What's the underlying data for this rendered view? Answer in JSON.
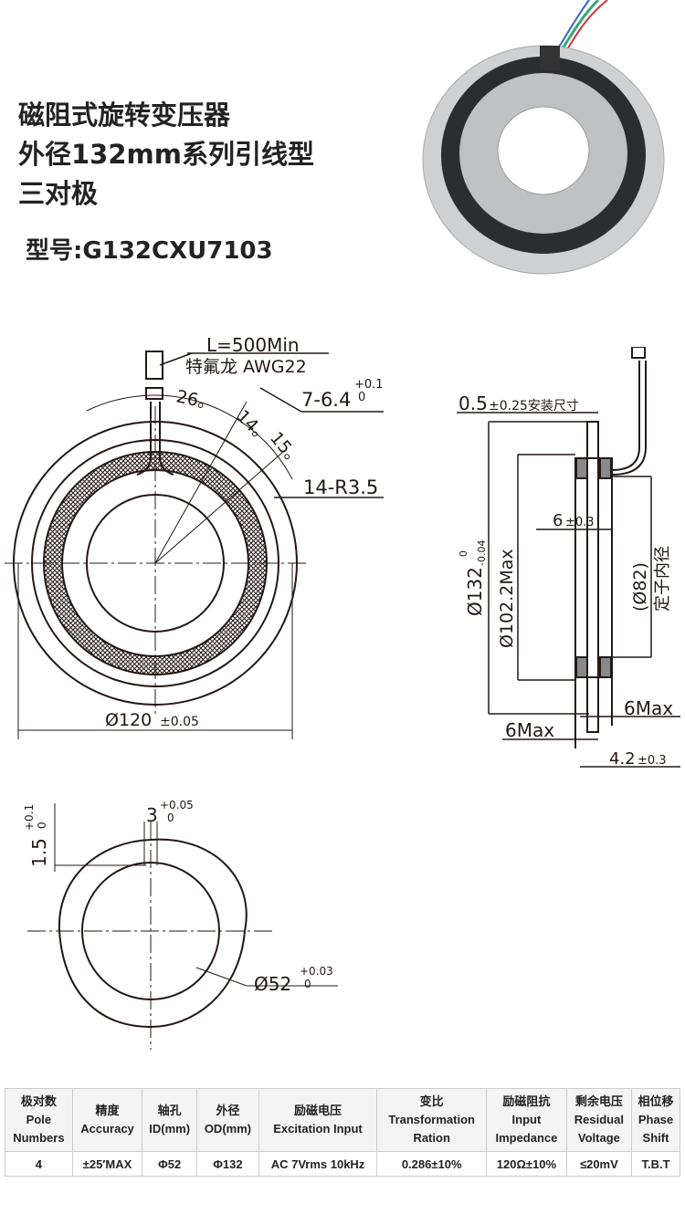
{
  "title": {
    "line1": "磁阻式旋转变压器",
    "line2": "外径132mm系列引线型",
    "line3": "三对极",
    "model": "型号:G132CXU7103"
  },
  "front_view": {
    "lead_length": "L=500Min",
    "wire_type": "特氟龙 AWG22",
    "angle_26": "26。",
    "angle_14": "14。",
    "angle_15": "15。",
    "holes": "7-6.4",
    "holes_tol_upper": "+0.1",
    "holes_tol_lower": "0",
    "slots": "14-R3.5",
    "diameter": "Ø120",
    "diameter_tol": "±0.05"
  },
  "side_view": {
    "mount": "0.5",
    "mount_tol": "±0.25安装尺寸",
    "od": "Ø132",
    "od_tol_upper": "0",
    "od_tol_lower": "-0.04",
    "max_dia": "Ø102.2Max",
    "width": "6",
    "width_tol": "±0.3",
    "stator_id": "(Ø82)",
    "stator_label": "定子内径",
    "max_right": "6Max",
    "max_left": "6Max",
    "thickness": "4.2",
    "thickness_tol": "±0.3"
  },
  "rotor_view": {
    "key_width": "3",
    "key_tol_upper": "+0.05",
    "key_tol_lower": "0",
    "key_depth": "1.5",
    "key_depth_tol_upper": "+0.1",
    "key_depth_tol_lower": "0",
    "bore": "Ø52",
    "bore_tol_upper": "+0.03",
    "bore_tol_lower": "0"
  },
  "spec_table": {
    "headers": [
      [
        "极对数",
        "Pole",
        "Numbers"
      ],
      [
        "精度",
        "Accuracy"
      ],
      [
        "轴孔",
        "ID(mm)"
      ],
      [
        "外径",
        "OD(mm)"
      ],
      [
        "励磁电压",
        "Excitation Input"
      ],
      [
        "变比",
        "Transformation",
        "Ration"
      ],
      [
        "励磁阻抗",
        "Input",
        "Impedance"
      ],
      [
        "剩余电压",
        "Residual",
        "Voltage"
      ],
      [
        "相位移",
        "Phase",
        "Shift"
      ]
    ],
    "row": [
      "4",
      "±25′MAX",
      "Φ52",
      "Φ132",
      "AC 7Vrms 10kHz",
      "0.286±10%",
      "120Ω±10%",
      "≤20mV",
      "T.B.T"
    ]
  }
}
